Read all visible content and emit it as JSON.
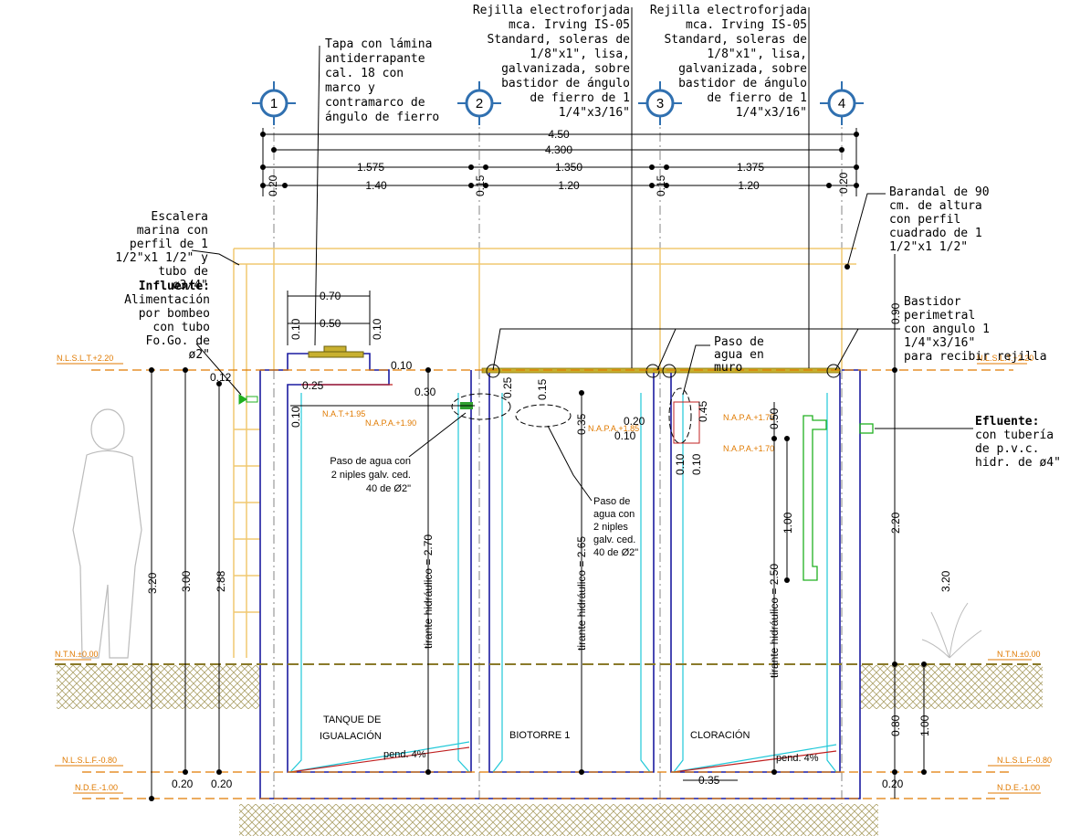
{
  "axes": [
    "1",
    "2",
    "3",
    "4"
  ],
  "notes": {
    "tapa": [
      "Tapa con lámina",
      "antiderrapante",
      "cal. 18 con",
      "marco y",
      "contramarco de",
      "ángulo de fierro"
    ],
    "rejilla1": [
      "Rejilla electroforjada",
      "mca. Irving IS-05",
      "Standard, soleras de",
      "1/8\"x1\", lisa,",
      "galvanizada, sobre",
      "bastidor de ángulo",
      "de fierro de 1",
      "1/4\"x3/16\""
    ],
    "rejilla2": [
      "Rejilla electroforjada",
      "mca. Irving IS-05",
      "Standard, soleras de",
      "1/8\"x1\", lisa,",
      "galvanizada, sobre",
      "bastidor de ángulo",
      "de fierro de 1",
      "1/4\"x3/16\""
    ],
    "escalera": [
      "Escalera",
      "marina con",
      "perfil de 1",
      "1/2\"x1 1/2\" y",
      "tubo de",
      "ø3/4\""
    ],
    "influente": [
      "Influente:",
      "Alimentación",
      "por bombeo",
      "con tubo",
      "Fo.Go. de",
      "ø2\""
    ],
    "barandal": [
      "Barandal de 90",
      "cm. de altura",
      "con perfil",
      "cuadrado de 1",
      "1/2\"x1 1/2\""
    ],
    "bastidor": [
      "Bastidor",
      "perimetral",
      "con angulo 1",
      "1/4\"x3/16\"",
      "para recibir rejilla"
    ],
    "paso_muro": [
      "Paso de",
      "agua en",
      "muro"
    ],
    "efluente": [
      "Efluente:",
      "con tubería",
      "de p.v.c.",
      "hidr. de ø4\""
    ],
    "paso1": [
      "Paso de agua con",
      "2 niples galv. ced.",
      "40 de Ø2\""
    ],
    "paso2": [
      "Paso de",
      "agua con",
      "2 niples",
      "galv. ced.",
      "40 de Ø2\""
    ]
  },
  "top_dims": {
    "overall": "4.50",
    "inner": "4.300",
    "spans": [
      "1.575",
      "1.350",
      "1.375"
    ],
    "clear": [
      "1.40",
      "1.20",
      "1.20"
    ],
    "walls": [
      "0.20",
      "0.15",
      "0.15",
      "0.20"
    ]
  },
  "dims": {
    "d070": "0.70",
    "d050": "0.50",
    "d010a": "0.10",
    "d010b": "0.10",
    "d010c": "0.10",
    "d012": "0.12",
    "d025a": "0.25",
    "d030": "0.30",
    "d025b": "0.25",
    "d015": "0.15",
    "d035": "0.35",
    "d020": "0.20",
    "d010d": "0.10",
    "d045": "0.45",
    "d050b": "0.50",
    "d010e": "0.10",
    "d010f": "0.10",
    "d090": "0.90",
    "d220": "2.20",
    "d320r": "3.20",
    "d100": "1.00",
    "d080": "0.80",
    "d100b": "1.00",
    "d020r": "0.20",
    "d320": "3.20",
    "d300": "3.00",
    "d288": "2.88",
    "d020a": "0.20",
    "d020b": "0.20",
    "d035b": "0.35"
  },
  "tirantes": [
    "tirante hidráulico = 2.70",
    "tirante hidráulico = 2.65",
    "tirante hidráulico = 2.50"
  ],
  "levels": {
    "nlslt": "N.L.S.L.T.+2.20",
    "ntn": "N.T.N.±0.00",
    "nlslf": "N.L.S.L.F.-0.80",
    "nde": "N.D.E.-1.00",
    "nat": "N.A.T.+1.95",
    "napa190": "N.A.P.A.+1.90",
    "napa185": "N.A.P.A.+1.85",
    "napa175": "N.A.P.A.+1.75",
    "napa170": "N.A.P.A.+1.70"
  },
  "tanks": {
    "t1": [
      "TANQUE DE",
      "IGUALACIÓN"
    ],
    "t2": "BIOTORRE 1",
    "t3": "CLORACIÓN"
  },
  "slope": "pend. 4%",
  "colors": {
    "wall": "#1c1ca0",
    "water": "#20c8d8",
    "level": "#e07a00",
    "rail": "#f0c870",
    "grate": "#b09a20",
    "pipe": "#20b020",
    "dim": "#000000"
  }
}
